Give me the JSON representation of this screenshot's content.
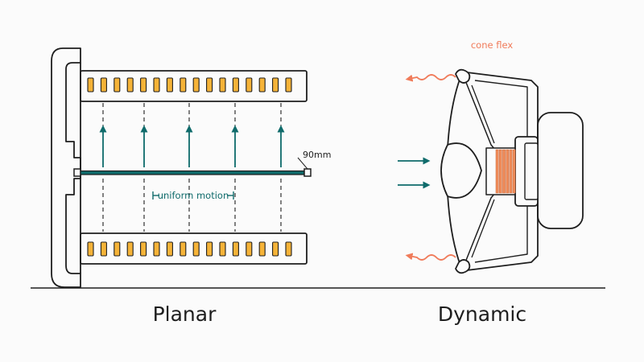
{
  "labels": {
    "planar_title": "Planar",
    "dynamic_title": "Dynamic",
    "cone_flex": "cone flex",
    "diaphragm_size": "90mm",
    "uniform_motion": "uniform motion"
  },
  "colors": {
    "ink": "#1e1e1e",
    "teal": "#0f6b6b",
    "magnet_fill": "#f5b338",
    "coil": "#f08c5a",
    "flex_arrow": "#f07b5a",
    "background": "#fbfbfb"
  },
  "planar": {
    "magnet_slot_count": 16,
    "uniform_arrow_count": 5
  },
  "dynamic": {
    "incoming_arrow_count": 2,
    "flex_arrow_count": 2
  }
}
